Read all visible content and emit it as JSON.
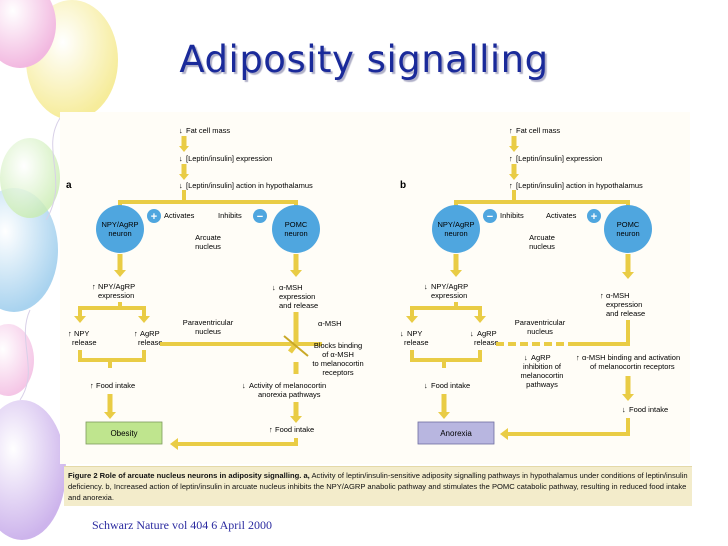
{
  "slide": {
    "title": "Adiposity signalling",
    "source": "Schwarz Nature vol 404 6 April 2000",
    "caption_bold": "Figure 2 Role of arcuate nucleus neurons in adiposity signalling. a,",
    "caption_rest": " Activity of leptin/insulin-sensitive adiposity signalling pathways in hypothalamus under conditions of leptin/insulin deficiency. b, Increased action of leptin/insulin in arcuate nucleus inhibits the NPY/AGRP anabolic pathway and stimulates the POMC catabolic pathway, resulting in reduced food intake and anorexia."
  },
  "colors": {
    "title": "#1a2a9a",
    "neuron_fill": "#4fa6df",
    "arrow": "#e9cc45",
    "obesity_box": "#bfe58e",
    "anorexia_box": "#b8b6e0",
    "caption_bg": "#f3eccb"
  },
  "panel_a": {
    "letter": "a",
    "fat_cell_mass": "Fat cell mass",
    "expression": "[Leptin/insulin] expression",
    "action": "[Leptin/insulin] action in hypothalamus",
    "npy_neuron": [
      "NPY/AgRP",
      "neuron"
    ],
    "pomc_neuron": [
      "POMC",
      "neuron"
    ],
    "activates": "Activates",
    "inhibits": "Inhibits",
    "plus": "+",
    "minus": "−",
    "arcuate": [
      "Arcuate",
      "nucleus"
    ],
    "npy_expression": [
      "NPY/AgRP",
      "expression"
    ],
    "amsh_expression": [
      "α-MSH",
      "expression",
      "and release"
    ],
    "npy_release": [
      "NPY",
      "release"
    ],
    "agrp_release": [
      "AgRP",
      "release"
    ],
    "paraventricular": [
      "Paraventricular",
      "nucleus"
    ],
    "amsh": "α-MSH",
    "blocks": [
      "Blocks binding",
      "of α-MSH",
      "to melanocortin",
      "receptors"
    ],
    "food_intake_left": "Food intake",
    "melanocortin_activity": [
      "Activity of melanocortin",
      "anorexia pathways"
    ],
    "food_intake_right": "Food intake",
    "outcome": "Obesity"
  },
  "panel_b": {
    "letter": "b",
    "fat_cell_mass": "Fat cell mass",
    "expression": "[Leptin/insulin] expression",
    "action": "[Leptin/insulin] action in hypothalamus",
    "npy_neuron": [
      "NPY/AgRP",
      "neuron"
    ],
    "pomc_neuron": [
      "POMC",
      "neuron"
    ],
    "activates": "Activates",
    "inhibits": "Inhibits",
    "plus": "+",
    "minus": "−",
    "arcuate": [
      "Arcuate",
      "nucleus"
    ],
    "npy_expression": [
      "NPY/AgRP",
      "expression"
    ],
    "amsh_expression": [
      "α-MSH",
      "expression",
      "and release"
    ],
    "npy_release": [
      "NPY",
      "release"
    ],
    "agrp_release": [
      "AgRP",
      "release"
    ],
    "paraventricular": [
      "Paraventricular",
      "nucleus"
    ],
    "agrp_inhibition": [
      "AgRP",
      "inhibition of",
      "melanocortin",
      "pathways"
    ],
    "amsh_binding": [
      "α-MSH binding and activation",
      "of melanocortin receptors"
    ],
    "food_intake_left": "Food intake",
    "food_intake_right": "Food intake",
    "outcome": "Anorexia"
  }
}
